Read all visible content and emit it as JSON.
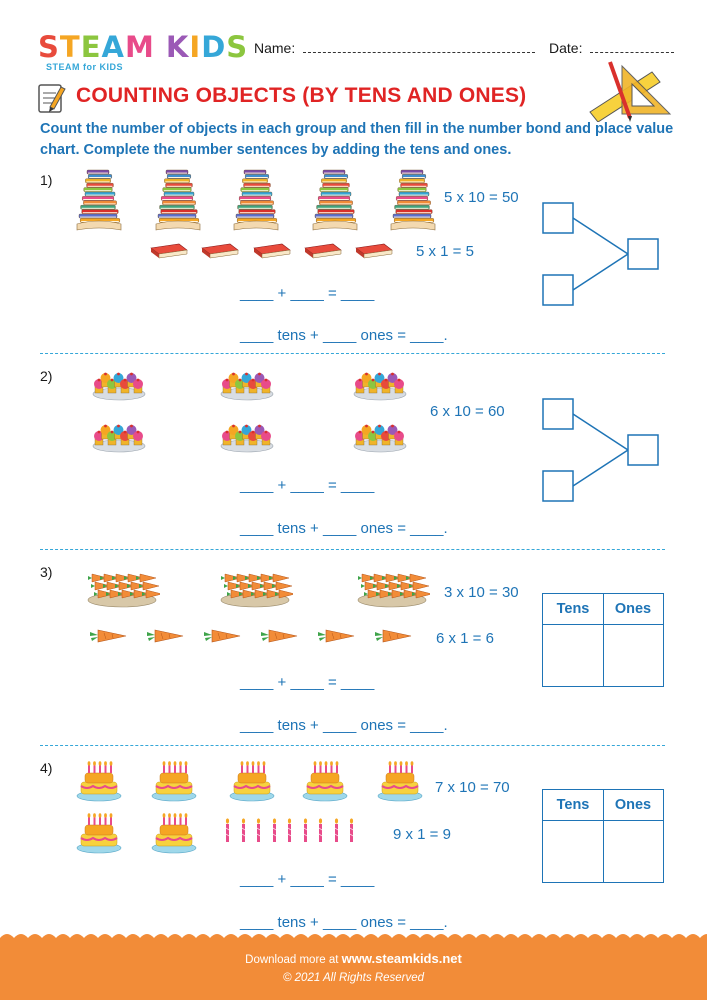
{
  "header": {
    "logo_letters": [
      "S",
      "T",
      "E",
      "A",
      "M",
      " ",
      "K",
      "I",
      "D",
      "S"
    ],
    "logo_colors": [
      "#e84b3c",
      "#f5a623",
      "#8cc63f",
      "#35a7d8",
      "#e84b8a",
      "#ffffff",
      "#9b59b6",
      "#f5a623",
      "#35a7d8",
      "#8cc63f"
    ],
    "logo_sub": "STEAM for KIDS",
    "name_label": "Name:",
    "date_label": "Date:"
  },
  "title": "COUNTING OBJECTS (BY TENS AND ONES)",
  "instructions": "Count the number of objects in each group and then fill in the number bond and place value chart. Complete the number sentences by adding the tens and ones.",
  "questions": [
    {
      "num": "1)",
      "eq1": "5 x 10 = 50",
      "eq2": "5 x 1 = 5",
      "sum_line": "____ + ____ = ____",
      "sentence": "____ tens + ____ ones = ____.",
      "answer_type": "number-bond",
      "objects": {
        "group": "book-stack",
        "group_count": 5,
        "single": "book",
        "single_count": 5
      }
    },
    {
      "num": "2)",
      "eq1": "6 x 10 = 60",
      "eq2": "",
      "sum_line": "____ + ____ = ____",
      "sentence": "____ tens + ____ ones = ____.",
      "answer_type": "number-bond",
      "objects": {
        "group": "cupcake-plate",
        "group_count": 6,
        "single": "",
        "single_count": 0
      }
    },
    {
      "num": "3)",
      "eq1": "3 x 10 = 30",
      "eq2": "6 x 1 = 6",
      "sum_line": "____ + ____ = ____",
      "sentence": "____ tens + ____ ones = ____.",
      "answer_type": "place-value-chart",
      "table_headers": [
        "Tens",
        "Ones"
      ],
      "objects": {
        "group": "carrot-pile",
        "group_count": 3,
        "single": "carrot",
        "single_count": 6
      }
    },
    {
      "num": "4)",
      "eq1": "7 x 10 = 70",
      "eq2": "9 x 1 = 9",
      "sum_line": "____ + ____ = ____",
      "sentence": "____ tens + ____ ones = ____.",
      "answer_type": "place-value-chart",
      "table_headers": [
        "Tens",
        "Ones"
      ],
      "objects": {
        "group": "birthday-cake",
        "group_count": 7,
        "single": "candle",
        "single_count": 9
      }
    }
  ],
  "footer": {
    "download_prefix": "Download more at ",
    "site": "www.steamkids.net",
    "copyright": "© 2021 All Rights Reserved"
  },
  "colors": {
    "title_red": "#e02424",
    "blue": "#1e74b6",
    "light_blue": "#35a7d8",
    "footer_orange": "#f28c38"
  }
}
